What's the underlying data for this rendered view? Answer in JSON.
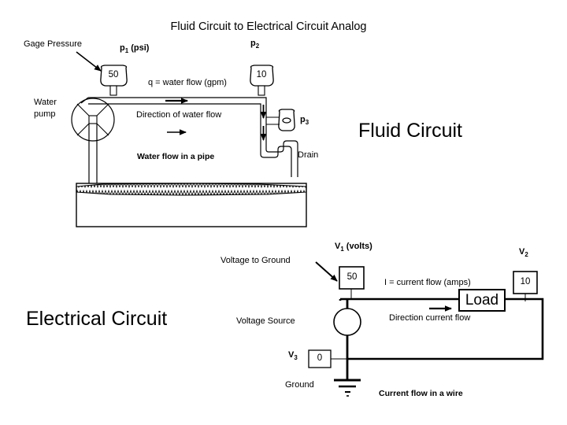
{
  "title": "Fluid Circuit to Electrical Circuit Analog",
  "fluid": {
    "section_label": "Fluid Circuit",
    "gage_pressure_label": "Gage Pressure",
    "p1_label": "p",
    "p1_sub": "1",
    "p1_unit": " (psi)",
    "p2_label": "p",
    "p2_sub": "2",
    "p3_label": "p",
    "p3_sub": "3",
    "gauge_p1_value": "50",
    "gauge_p2_value": "10",
    "flow_equation": "q = water flow (gpm)",
    "flow_direction": "Direction of water flow",
    "caption": "Water flow in a pipe",
    "pump_label_line1": "Water",
    "pump_label_line2": "pump",
    "drain_label": "Drain"
  },
  "electrical": {
    "section_label": "Electrical Circuit",
    "voltage_to_ground_label": "Voltage to Ground",
    "v1_label": "V",
    "v1_sub": "1",
    "v1_unit": " (volts)",
    "v2_label": "V",
    "v2_sub": "2",
    "v3_label": "V",
    "v3_sub": "3",
    "meter_v1_value": "50",
    "meter_v2_value": "10",
    "meter_v3_value": "0",
    "current_equation": "I = current flow (amps)",
    "current_direction": "Direction current flow",
    "load_label": "Load",
    "voltage_source_label": "Voltage Source",
    "ground_label": "Ground",
    "caption": "Current flow in a wire"
  },
  "colors": {
    "ink": "#000000",
    "paper": "#ffffff"
  }
}
